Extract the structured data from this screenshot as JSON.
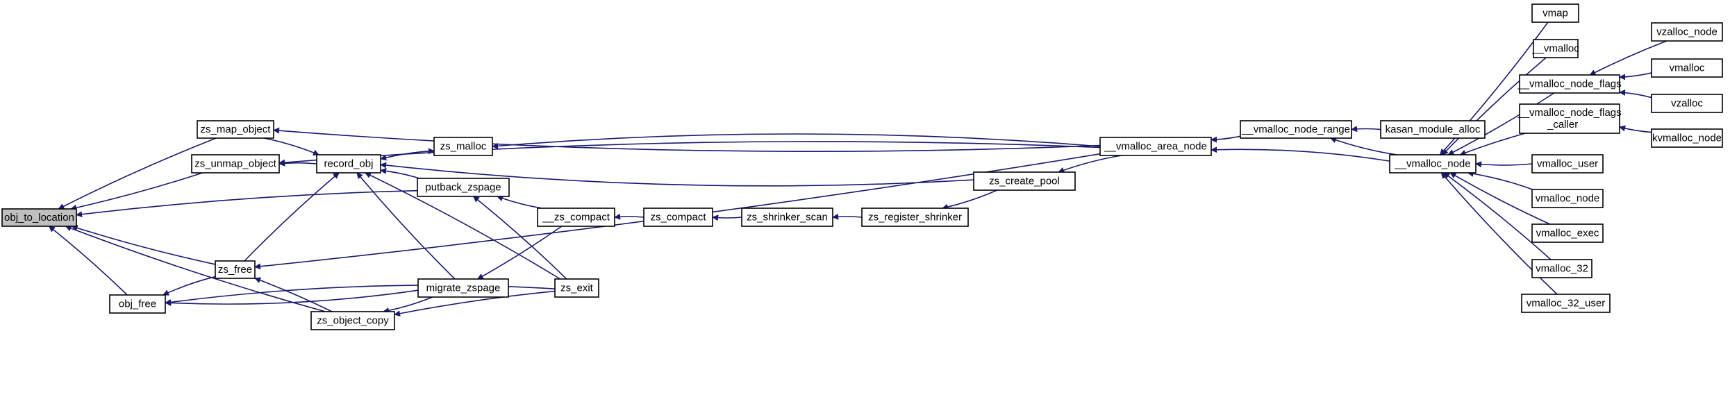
{
  "diagram": {
    "root": "obj_to_location",
    "nodes": [
      {
        "id": "obj_to_location",
        "label": "obj_to_location"
      },
      {
        "id": "zs_map_object",
        "label": "zs_map_object"
      },
      {
        "id": "zs_unmap_object",
        "label": "zs_unmap_object"
      },
      {
        "id": "zs_free",
        "label": "zs_free"
      },
      {
        "id": "obj_free",
        "label": "obj_free"
      },
      {
        "id": "record_obj",
        "label": "record_obj"
      },
      {
        "id": "zs_malloc",
        "label": "zs_malloc"
      },
      {
        "id": "putback_zspage",
        "label": "putback_zspage"
      },
      {
        "id": "migrate_zspage",
        "label": "migrate_zspage"
      },
      {
        "id": "zs_object_copy",
        "label": "zs_object_copy"
      },
      {
        "id": "__zs_compact",
        "label": "__zs_compact"
      },
      {
        "id": "zs_exit",
        "label": "zs_exit"
      },
      {
        "id": "zs_compact",
        "label": "zs_compact"
      },
      {
        "id": "zs_shrinker_scan",
        "label": "zs_shrinker_scan"
      },
      {
        "id": "zs_register_shrinker",
        "label": "zs_register_shrinker"
      },
      {
        "id": "zs_create_pool",
        "label": "zs_create_pool"
      },
      {
        "id": "__vmalloc_area_node",
        "label": "__vmalloc_area_node"
      },
      {
        "id": "__vmalloc_node_range",
        "label": "__vmalloc_node_range"
      },
      {
        "id": "kasan_module_alloc",
        "label": "kasan_module_alloc"
      },
      {
        "id": "__vmalloc_node",
        "label": "__vmalloc_node"
      },
      {
        "id": "vmap",
        "label": "vmap"
      },
      {
        "id": "__vmalloc",
        "label": "__vmalloc"
      },
      {
        "id": "__vmalloc_node_flags",
        "label": "__vmalloc_node_flags"
      },
      {
        "id": "__vmalloc_node_flags_caller",
        "label": [
          "__vmalloc_node_flags",
          "_caller"
        ]
      },
      {
        "id": "vmalloc_user",
        "label": "vmalloc_user"
      },
      {
        "id": "vmalloc_node",
        "label": "vmalloc_node"
      },
      {
        "id": "vmalloc_exec",
        "label": "vmalloc_exec"
      },
      {
        "id": "vmalloc_32",
        "label": "vmalloc_32"
      },
      {
        "id": "vmalloc_32_user",
        "label": "vmalloc_32_user"
      },
      {
        "id": "vzalloc_node",
        "label": "vzalloc_node"
      },
      {
        "id": "vmalloc",
        "label": "vmalloc"
      },
      {
        "id": "vzalloc",
        "label": "vzalloc"
      },
      {
        "id": "kvmalloc_node",
        "label": "kvmalloc_node"
      }
    ],
    "edges": [
      {
        "from": "zs_map_object",
        "to": "obj_to_location"
      },
      {
        "from": "zs_unmap_object",
        "to": "obj_to_location"
      },
      {
        "from": "putback_zspage",
        "to": "obj_to_location"
      },
      {
        "from": "zs_free",
        "to": "obj_to_location"
      },
      {
        "from": "obj_free",
        "to": "obj_to_location"
      },
      {
        "from": "zs_object_copy",
        "to": "obj_to_location"
      },
      {
        "from": "record_obj",
        "to": "zs_unmap_object"
      },
      {
        "from": "__vmalloc_area_node",
        "to": "zs_map_object"
      },
      {
        "from": "__vmalloc_area_node",
        "to": "zs_unmap_object"
      },
      {
        "from": "zs_map_object",
        "to": "record_obj"
      },
      {
        "from": "zs_malloc",
        "to": "record_obj"
      },
      {
        "from": "zs_create_pool",
        "to": "record_obj"
      },
      {
        "from": "putback_zspage",
        "to": "record_obj"
      },
      {
        "from": "migrate_zspage",
        "to": "record_obj"
      },
      {
        "from": "zs_exit",
        "to": "record_obj"
      },
      {
        "from": "record_obj",
        "to": "zs_malloc"
      },
      {
        "from": "__vmalloc_area_node",
        "to": "zs_malloc"
      },
      {
        "from": "zs_free",
        "to": "record_obj"
      },
      {
        "from": "zs_free",
        "to": "obj_free"
      },
      {
        "from": "migrate_zspage",
        "to": "obj_free"
      },
      {
        "from": "zs_exit",
        "to": "obj_free"
      },
      {
        "from": "__vmalloc_area_node",
        "to": "zs_free"
      },
      {
        "from": "zs_object_copy",
        "to": "zs_free"
      },
      {
        "from": "migrate_zspage",
        "to": "zs_object_copy"
      },
      {
        "from": "zs_exit",
        "to": "zs_object_copy"
      },
      {
        "from": "__zs_compact",
        "to": "putback_zspage"
      },
      {
        "from": "zs_exit",
        "to": "putback_zspage"
      },
      {
        "from": "__zs_compact",
        "to": "migrate_zspage"
      },
      {
        "from": "zs_compact",
        "to": "__zs_compact"
      },
      {
        "from": "zs_shrinker_scan",
        "to": "zs_compact"
      },
      {
        "from": "zs_register_shrinker",
        "to": "zs_shrinker_scan"
      },
      {
        "from": "zs_create_pool",
        "to": "zs_register_shrinker"
      },
      {
        "from": "__vmalloc_area_node",
        "to": "zs_create_pool"
      },
      {
        "from": "__vmalloc_node_range",
        "to": "__vmalloc_area_node"
      },
      {
        "from": "kasan_module_alloc",
        "to": "__vmalloc_node_range"
      },
      {
        "from": "__vmalloc_node",
        "to": "__vmalloc_node_range"
      },
      {
        "from": "__vmalloc_node",
        "to": "__vmalloc_area_node"
      },
      {
        "from": "vmap",
        "to": "__vmalloc_node"
      },
      {
        "from": "__vmalloc",
        "to": "__vmalloc_node"
      },
      {
        "from": "__vmalloc_node_flags",
        "to": "__vmalloc_node"
      },
      {
        "from": "__vmalloc_node_flags_caller",
        "to": "__vmalloc_node"
      },
      {
        "from": "vmalloc_user",
        "to": "__vmalloc_node"
      },
      {
        "from": "vmalloc_node",
        "to": "__vmalloc_node"
      },
      {
        "from": "vmalloc_exec",
        "to": "__vmalloc_node"
      },
      {
        "from": "vmalloc_32",
        "to": "__vmalloc_node"
      },
      {
        "from": "vmalloc_32_user",
        "to": "__vmalloc_node"
      },
      {
        "from": "vzalloc_node",
        "to": "__vmalloc_node_flags"
      },
      {
        "from": "vmalloc",
        "to": "__vmalloc_node_flags"
      },
      {
        "from": "vzalloc",
        "to": "__vmalloc_node_flags"
      },
      {
        "from": "kvmalloc_node",
        "to": "__vmalloc_node_flags_caller"
      }
    ],
    "colors": {
      "edge": "#191970",
      "node_border": "#000000",
      "node_fill": "#ffffff",
      "root_fill": "#bfbfbf",
      "text": "#000000"
    }
  }
}
